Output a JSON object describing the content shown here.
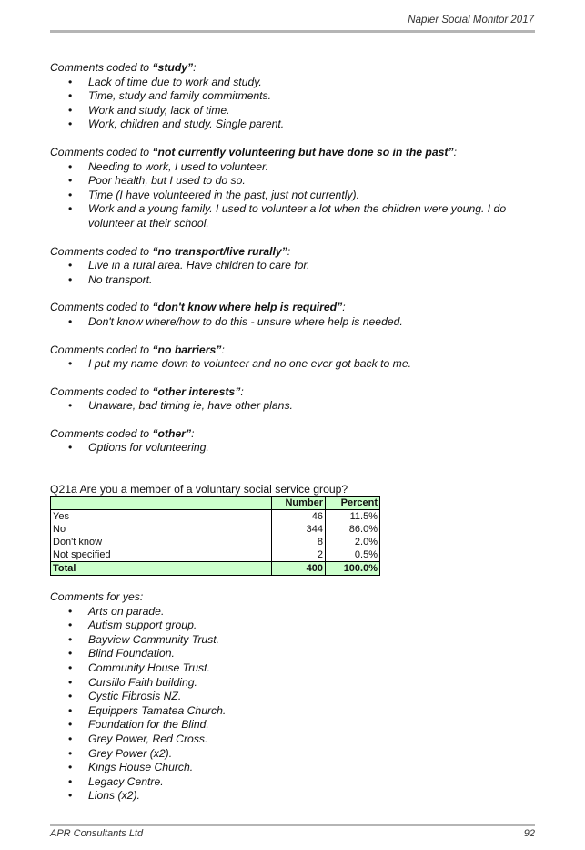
{
  "header": {
    "title": "Napier Social Monitor 2017"
  },
  "sections": [
    {
      "prefix": "Comments coded to ",
      "code": "“study”",
      "suffix": ":",
      "items": [
        "Lack of time due to work and study.",
        "Time, study and family commitments.",
        "Work and study, lack of time.",
        "Work, children and study.  Single parent."
      ]
    },
    {
      "prefix": "Comments coded to ",
      "code": "“not currently volunteering but have done so in the past”",
      "suffix": ":",
      "items": [
        "Needing to work, I used to volunteer.",
        "Poor health, but I used to do so.",
        "Time (I have volunteered in the past, just not currently).",
        "Work and a young family.  I used to volunteer a lot when the children were young.  I do volunteer at their school."
      ]
    },
    {
      "prefix": "Comments coded to ",
      "code": "“no transport/live rurally”",
      "suffix": ":",
      "items": [
        "Live in a rural area.  Have children to care for.",
        "No transport."
      ]
    },
    {
      "prefix": "Comments coded to ",
      "code": "“don't know where help is required”",
      "suffix": ":",
      "items": [
        "Don't know where/how to do this - unsure where help is needed."
      ]
    },
    {
      "prefix": "Comments coded to ",
      "code": "“no barriers”",
      "suffix": ":",
      "items": [
        "I put my name down to volunteer and no one ever got back to me."
      ]
    },
    {
      "prefix": "Comments coded to ",
      "code": "“other interests”",
      "suffix": ":",
      "items": [
        "Unaware, bad timing ie, have other plans."
      ]
    },
    {
      "prefix": "Comments coded to ",
      "code": "“other”",
      "suffix": ":",
      "items": [
        "Options for volunteering."
      ]
    }
  ],
  "question": {
    "title": "Q21a   Are you a member of a voluntary social service group?",
    "columns": [
      "",
      "Number",
      "Percent"
    ],
    "rows": [
      [
        "Yes",
        "46",
        "11.5%"
      ],
      [
        "No",
        "344",
        "86.0%"
      ],
      [
        "Don't know",
        "8",
        "2.0%"
      ],
      [
        "Not specified",
        "2",
        "0.5%"
      ]
    ],
    "total": [
      "Total",
      "400",
      "100.0%"
    ]
  },
  "comments_yes": {
    "heading": "Comments for yes:",
    "items": [
      "Arts on parade.",
      "Autism support group.",
      "Bayview Community Trust.",
      "Blind Foundation.",
      "Community House Trust.",
      "Cursillo Faith building.",
      "Cystic Fibrosis NZ.",
      "Equippers Tamatea Church.",
      "Foundation for the Blind.",
      "Grey Power, Red Cross.",
      "Grey Power (x2).",
      "Kings House Church.",
      "Legacy Centre.",
      "Lions (x2)."
    ]
  },
  "footer": {
    "company": "APR Consultants Ltd",
    "page": "92"
  }
}
